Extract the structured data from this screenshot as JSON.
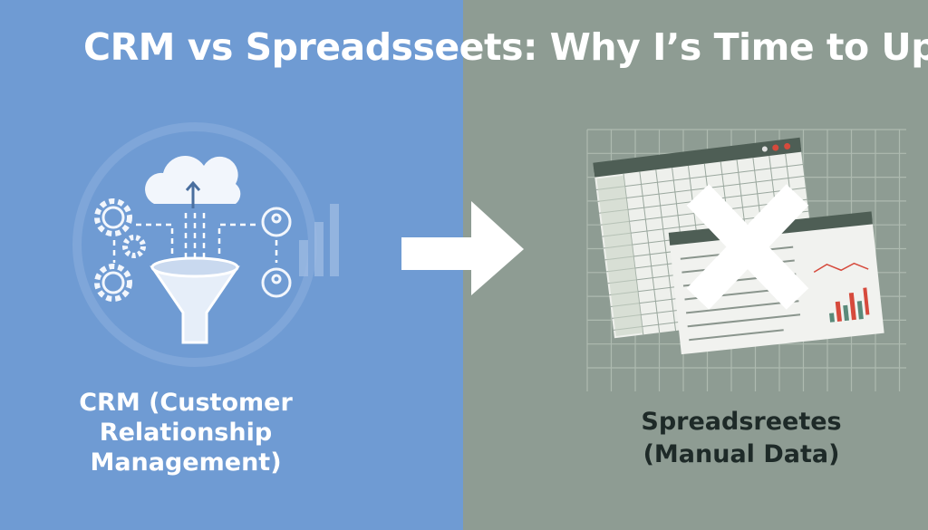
{
  "title": "CRM vs Spreadsseets: Why I’s Time to Upg",
  "left_panel": {
    "label_line1": "CRM (Customer",
    "label_line2": "Relationship",
    "label_line3": "Management)",
    "color": "#6f9bd3"
  },
  "right_panel": {
    "label_line1": "Spreadsreetes",
    "label_line2": "(Manual Data)",
    "color": "#8e9c93"
  },
  "icons": [
    "cloud-upload-icon",
    "funnel-icon",
    "gear-user-icon",
    "user-circle-icon",
    "arrow-right-icon",
    "spreadsheet-window-icon",
    "x-mark-icon",
    "bar-chart-icon"
  ]
}
